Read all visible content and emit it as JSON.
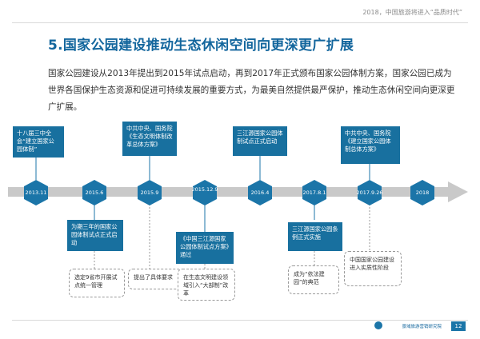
{
  "header": {
    "text": "2018，中国旅游将进入“品质时代”"
  },
  "title": "5.国家公园建设推动生态休闲空间向更深更广扩展",
  "intro": "国家公园建设从2013年提出到2015年试点启动，再到2017年正式颁布国家公园体制方案，国家公园已成为世界各国保护生态资源和促进可持续发展的重要方式，为最美自然提供最严保护，推动生态休闲空间向更深更广扩展。",
  "timeline": {
    "dates": [
      "2013.11",
      "2015.6",
      "2015.9",
      "2015.12.9",
      "2016.4",
      "2017.8.1",
      "2017.9.26",
      "2018"
    ],
    "top_boxes": [
      "十八届三中全会“建立国家公园体制”",
      "中共中央、国务院《生态文明体制改革总体方案》",
      "三江源国家公园体制试点正式启动",
      "中共中央、国务院《建立国家公园体制总体方案》"
    ],
    "bottom_boxes": [
      "为期三年的国家公园体制试点正式启动",
      "《中国三江源国家公园体制试点方案》通过",
      "三江源国家公园条例正式实施"
    ],
    "notes": [
      "选定9省市开展试点统一管理",
      "提出了具体要求",
      "在生态文明建设领域引入“大部制”改革",
      "成为“依法建园”的典范",
      "中国国家公园建设进入实质性阶段"
    ]
  },
  "footer": {
    "logo_text": "景域旅游营销研究院",
    "page": "12"
  },
  "colors": {
    "primary": "#13669d",
    "box": "#18709f",
    "hex": "#1b75a8",
    "arrow": "#c9c9c9"
  }
}
